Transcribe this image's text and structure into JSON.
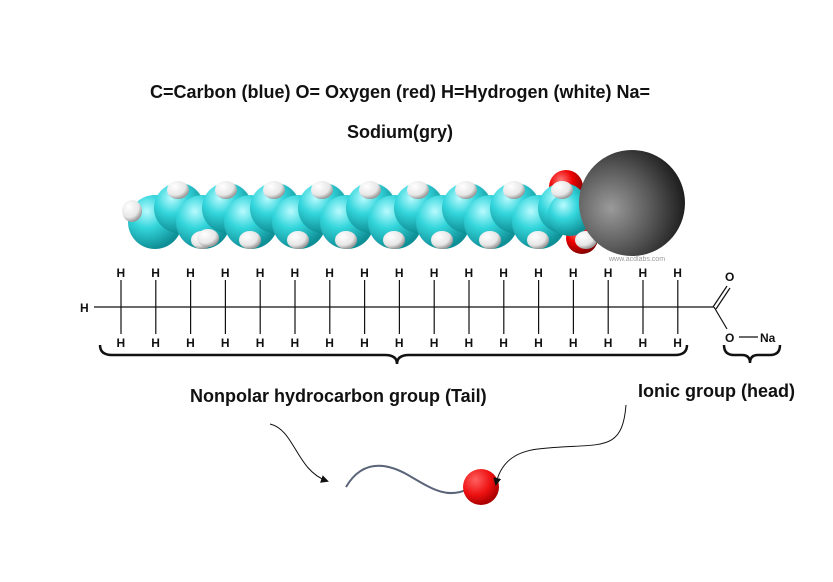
{
  "legend": {
    "line1": "C=Carbon (blue) O= Oxygen (red) H=Hydrogen (white) Na=",
    "line2": "Sodium(gry)"
  },
  "labels": {
    "tail": "Nonpolar hydrocarbon group (Tail)",
    "head": "Ionic group (head)"
  },
  "structure": {
    "carbon_count": 17,
    "hydrogen_symbol": "H",
    "oxygen_symbol": "O",
    "sodium_symbol": "Na"
  },
  "watermark": "www.acdlabs.com",
  "colors": {
    "carbon": "#33d6dc",
    "oxygen": "#ee0000",
    "hydrogen": "#ffffff",
    "sodium": "#555555",
    "head_bead": "#ee1111",
    "tail_line": "#5a6478"
  }
}
